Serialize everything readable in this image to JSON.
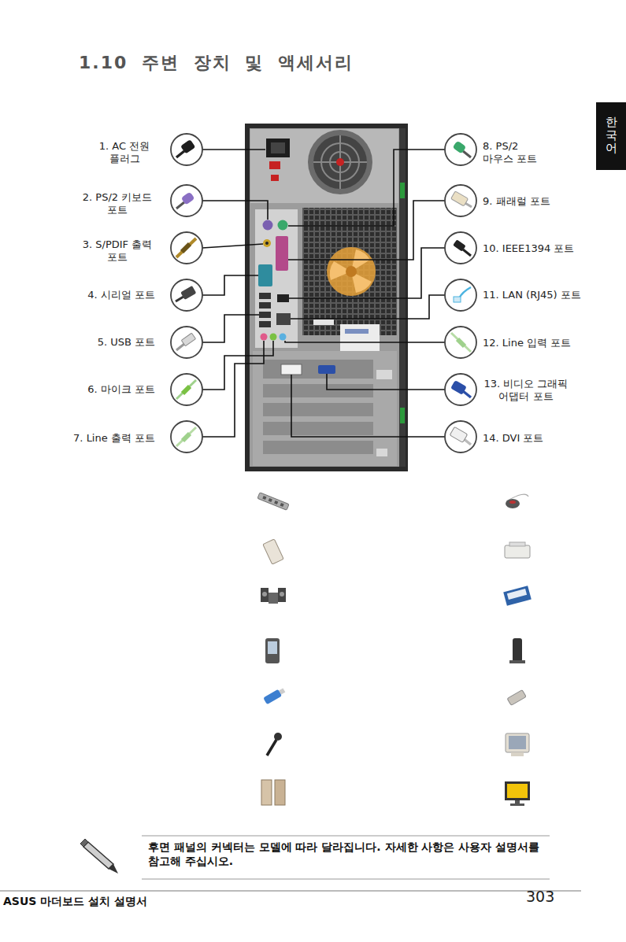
{
  "diagram": {
    "title": "1.10 주변 장치 및 액세서리",
    "labels": [
      "한국어",
      "1. AC 전원 플러그",
      "2. PS/2 키보드 포트",
      "3. S/PDIF 출력 포트",
      "4. 시리얼 포트",
      "5. USB 포트",
      "6. 마이크 포트",
      "7. Line 출력 포트",
      "8. PS/2 마우스 포트",
      "9. 패래럴 포트",
      "10. IEEE1394 포트",
      "11. LAN (RJ45) 포트",
      "12. Line 입력 포트",
      "13. 비디오 그래픽 어댑터 포트",
      "14. DVI 포트",
      "후면 패널의 커넥터는 모델에 따라 달라집니다. 자세한 사항은 사용자 설명서를 참고해 주십시오.",
      "ASUS 마더보드 설치 설명서",
      "303"
    ]
  }
}
